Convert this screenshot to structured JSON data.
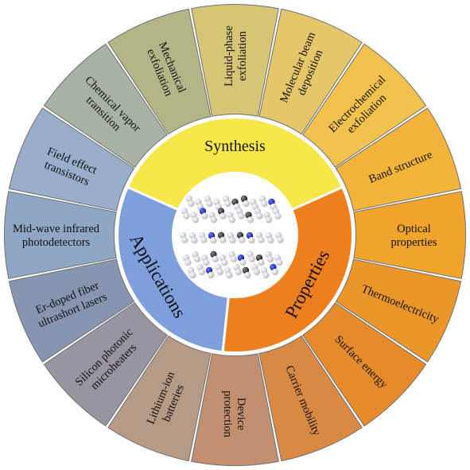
{
  "center": {
    "synthesis": {
      "label": "Synthesis",
      "color": "#f7e84a"
    },
    "properties": {
      "label": "Properties",
      "color": "#ee7f1f"
    },
    "applications": {
      "label": "Applications",
      "color": "#7f9fdc"
    }
  },
  "segments": [
    {
      "lines": [
        "Liquid-phase",
        "exfoliation"
      ],
      "color": "#d7c577"
    },
    {
      "lines": [
        "Molecular beam",
        "deposition"
      ],
      "color": "#e6c66a"
    },
    {
      "lines": [
        "Electrochemical",
        "exfoliation"
      ],
      "color": "#f1c24e"
    },
    {
      "lines": [
        "Band structure"
      ],
      "color": "#f2b43b"
    },
    {
      "lines": [
        "Optical",
        "properties"
      ],
      "color": "#f0a42c"
    },
    {
      "lines": [
        "Thermoelectricity"
      ],
      "color": "#eb9628"
    },
    {
      "lines": [
        "Surface energy"
      ],
      "color": "#e68b2c"
    },
    {
      "lines": [
        "Carrier mobility"
      ],
      "color": "#d88a45"
    },
    {
      "lines": [
        "Device",
        "protection"
      ],
      "color": "#c29070"
    },
    {
      "lines": [
        "Lithium-ion",
        "batteries"
      ],
      "color": "#b59a86"
    },
    {
      "lines": [
        "Silicon photonic",
        "microheaters"
      ],
      "color": "#9a93a0"
    },
    {
      "lines": [
        "Er-doped fiber",
        "ultrashort lasers"
      ],
      "color": "#8795b0"
    },
    {
      "lines": [
        "Mid-wave infrared",
        "photodetectors"
      ],
      "color": "#8fa6c5"
    },
    {
      "lines": [
        "Field effect",
        "transistors"
      ],
      "color": "#99aeca"
    },
    {
      "lines": [
        "Chemical vapor",
        "transition"
      ],
      "color": "#a8b2a2"
    },
    {
      "lines": [
        "Mechanical",
        "exfoliation"
      ],
      "color": "#b4b587"
    }
  ],
  "colors": {
    "hub": "#ffffff",
    "outline": "#6f6f6f",
    "atom_light": "#e9e3ea",
    "atom_dark": "#2a2a2a",
    "atom_blue": "#1f2bb8"
  }
}
